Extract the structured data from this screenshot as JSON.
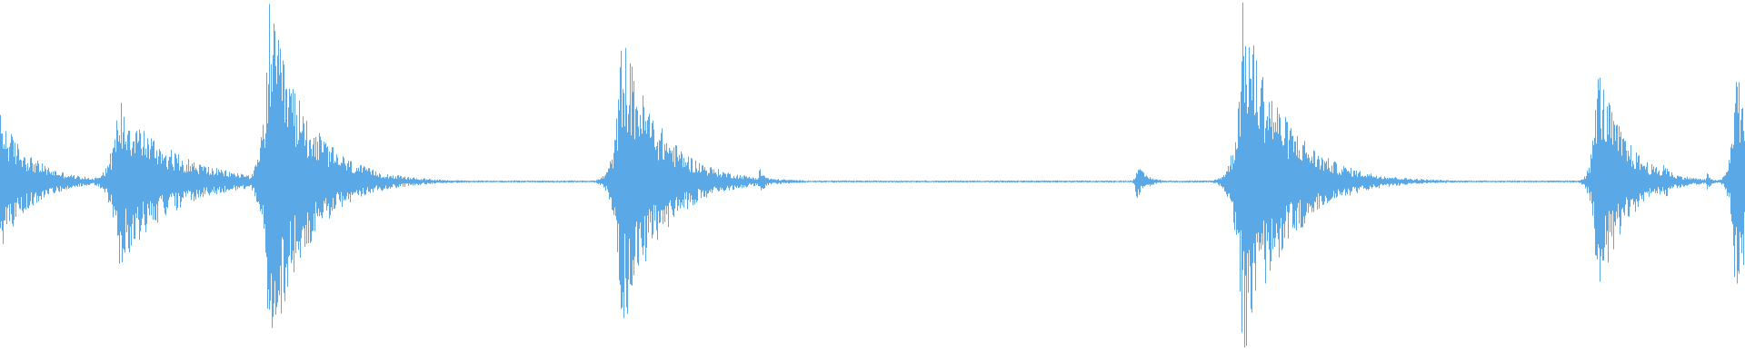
{
  "waveform": {
    "color": "#5aa9e6",
    "background": "#ffffff",
    "duration": 1.0,
    "amplitude_range": [
      -1,
      1
    ],
    "bursts": [
      {
        "t": 0.0,
        "amp": 0.38,
        "decay": 0.018
      },
      {
        "t": 0.068,
        "amp": 0.48,
        "decay": 0.03
      },
      {
        "t": 0.138,
        "amp": 0.05,
        "decay": 0.002
      },
      {
        "t": 0.154,
        "amp": 1.0,
        "decay": 0.022
      },
      {
        "t": 0.212,
        "amp": 0.06,
        "decay": 0.002
      },
      {
        "t": 0.356,
        "amp": 0.85,
        "decay": 0.022
      },
      {
        "t": 0.435,
        "amp": 0.08,
        "decay": 0.004
      },
      {
        "t": 0.651,
        "amp": 0.1,
        "decay": 0.006
      },
      {
        "t": 0.712,
        "amp": 1.0,
        "decay": 0.024
      },
      {
        "t": 0.745,
        "amp": 0.3,
        "decay": 0.01
      },
      {
        "t": 0.915,
        "amp": 0.68,
        "decay": 0.016
      },
      {
        "t": 0.953,
        "amp": 0.12,
        "decay": 0.006
      },
      {
        "t": 0.978,
        "amp": 0.05,
        "decay": 0.003
      },
      {
        "t": 0.994,
        "amp": 0.68,
        "decay": 0.014
      }
    ]
  }
}
